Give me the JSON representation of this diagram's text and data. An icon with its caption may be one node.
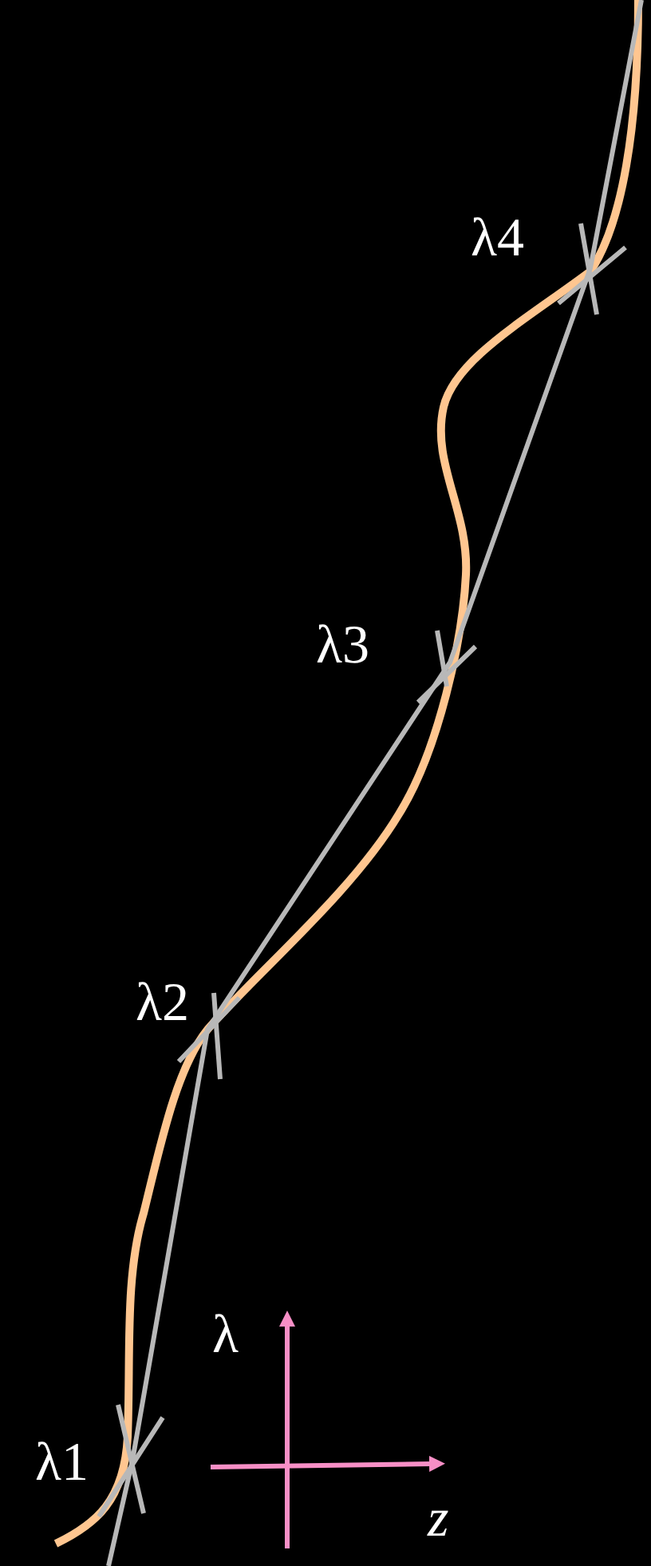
{
  "diagram": {
    "labels": [
      "λ1",
      "λ2",
      "λ3",
      "λ4",
      "λ",
      "z"
    ]
  }
}
